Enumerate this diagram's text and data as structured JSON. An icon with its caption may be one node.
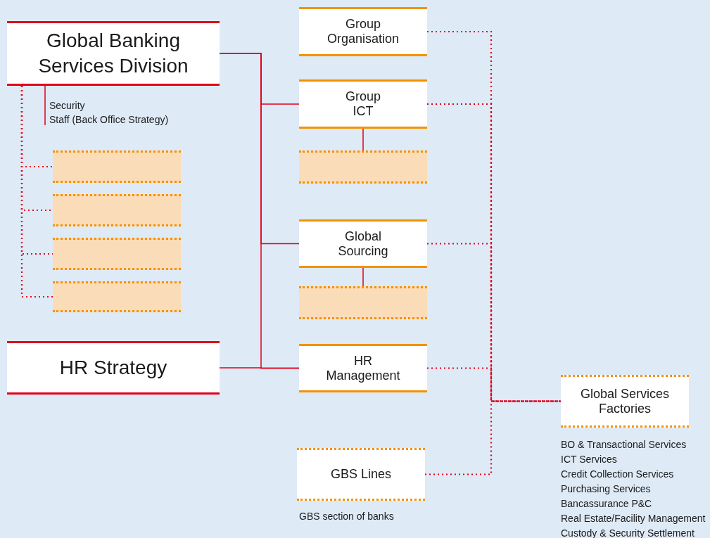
{
  "diagram": {
    "nodes": [
      {
        "text": [
          "Global Banking Services Division"
        ]
      },
      {
        "text": [
          "Security",
          "Staff (Back Office Strategy)"
        ]
      },
      {
        "text": [],
        "shape": "box"
      },
      {
        "text": [],
        "shape": "box"
      },
      {
        "text": [],
        "shape": "box"
      },
      {
        "text": [],
        "shape": "box"
      },
      {
        "text": [
          "HR Strategy"
        ]
      },
      {
        "text": [
          "Group Organisation"
        ]
      },
      {
        "text": [
          "Group ICT"
        ]
      },
      {
        "text": [],
        "shape": "box"
      },
      {
        "text": [
          "Global Sourcing"
        ]
      },
      {
        "text": [],
        "shape": "box"
      },
      {
        "text": [
          "HR Management"
        ]
      },
      {
        "text": [
          "GBS Lines"
        ],
        "beside": [
          "GBS section of banks"
        ]
      },
      {
        "text": [
          "Global Services Factories"
        ],
        "beside": [
          "BO & Transactional Services",
          "ICT Services",
          "Credit Collection Services",
          "Purchasing Services",
          "Bancassurance P&C",
          "Real Estate/Facility Management",
          "Custody & Security Settlement"
        ]
      }
    ],
    "edges": [
      {
        "from": 0,
        "to": 1,
        "arrow": "none"
      },
      {
        "from": 0,
        "to": 2,
        "arrow": "none",
        "style": "dashed"
      },
      {
        "from": 0,
        "to": 3,
        "arrow": "none",
        "style": "dashed"
      },
      {
        "from": 0,
        "to": 4,
        "arrow": "none",
        "style": "dashed"
      },
      {
        "from": 0,
        "to": 5,
        "arrow": "none",
        "style": "dashed"
      },
      {
        "from": 0,
        "to": 8,
        "arrow": "none"
      },
      {
        "from": 0,
        "to": 10,
        "arrow": "none"
      },
      {
        "from": 0,
        "to": 12,
        "arrow": "none"
      },
      {
        "from": 6,
        "to": 12,
        "arrow": "none"
      },
      {
        "from": 8,
        "to": 9,
        "arrow": "none"
      },
      {
        "from": 10,
        "to": 11,
        "arrow": "none"
      },
      {
        "from": 7,
        "to": 14,
        "arrow": "none",
        "style": "dashed"
      },
      {
        "from": 8,
        "to": 14,
        "arrow": "none",
        "style": "dashed"
      },
      {
        "from": 10,
        "to": 14,
        "arrow": "none",
        "style": "dashed"
      },
      {
        "from": 12,
        "to": 14,
        "arrow": "none",
        "style": "dashed"
      },
      {
        "from": 13,
        "to": 14,
        "arrow": "none",
        "style": "dashed"
      }
    ]
  }
}
